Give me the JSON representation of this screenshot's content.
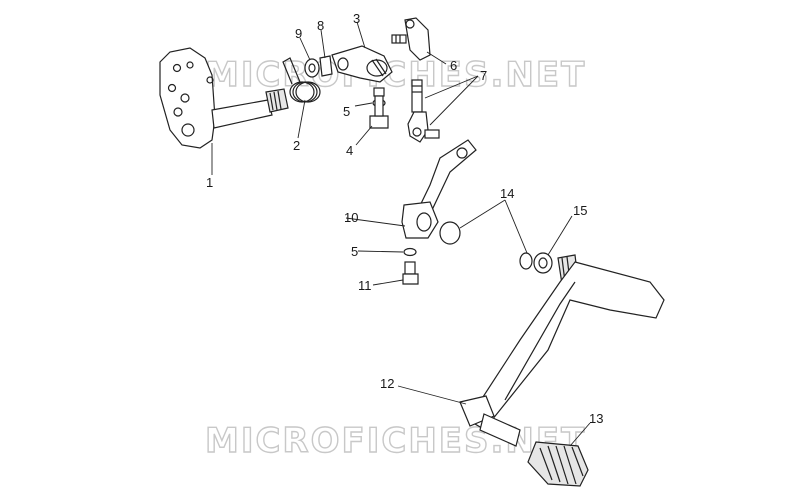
{
  "watermark": {
    "text": "MICROFICHES.NET"
  },
  "callouts": {
    "c1": "1",
    "c2": "2",
    "c3": "3",
    "c4": "4",
    "c5a": "5",
    "c5b": "5",
    "c6": "6",
    "c7": "7",
    "c8": "8",
    "c9": "9",
    "c10": "10",
    "c11": "11",
    "c12": "12",
    "c13": "13",
    "c14": "14",
    "c15": "15"
  }
}
